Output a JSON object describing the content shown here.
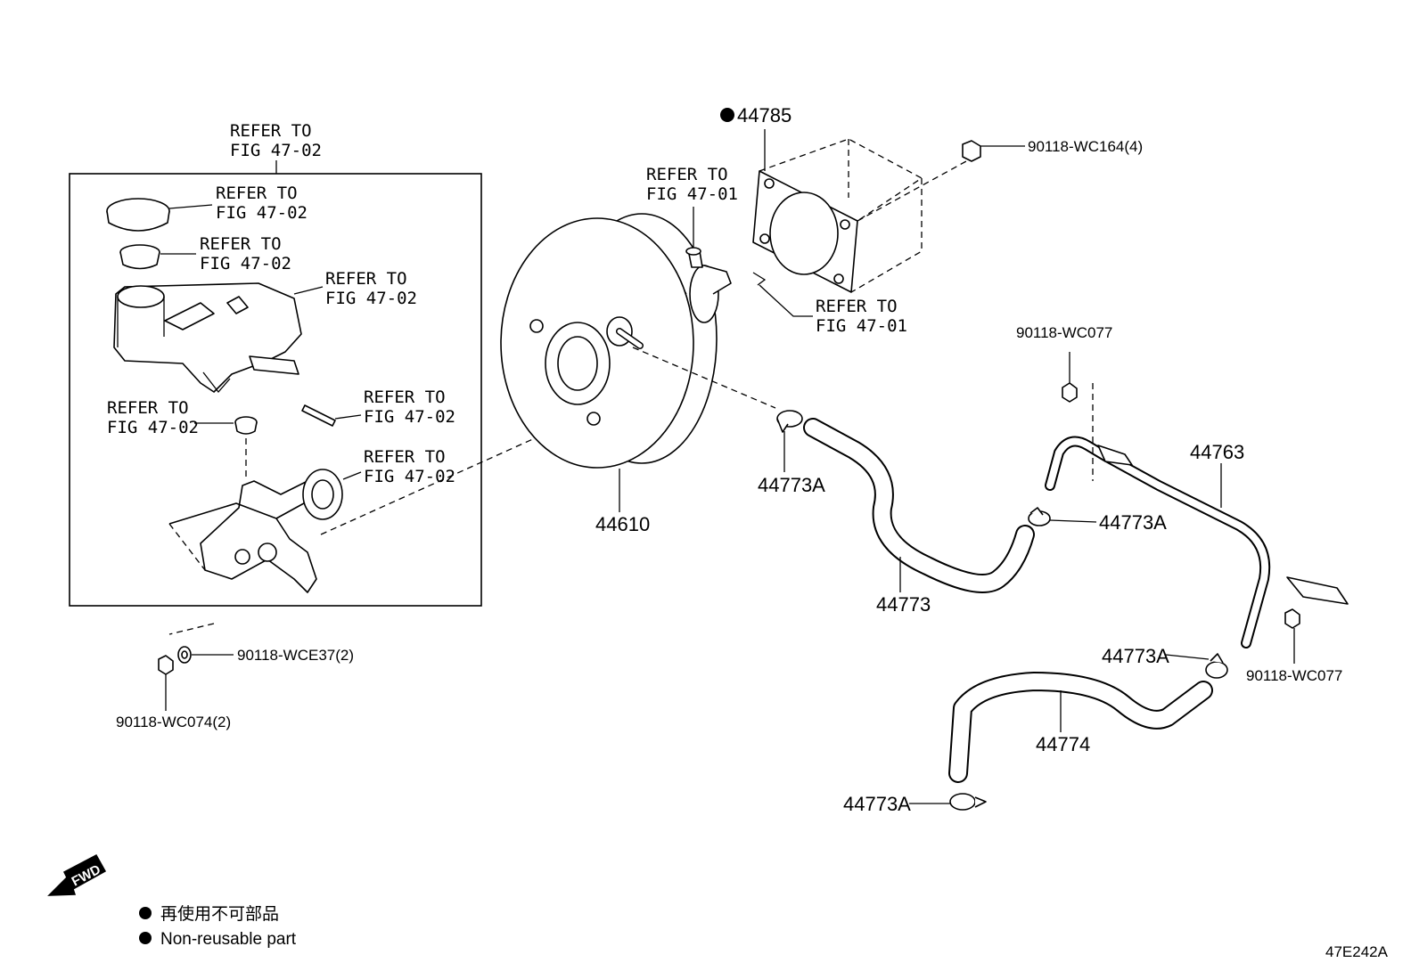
{
  "labels": {
    "refer_group_top": [
      "REFER TO",
      "FIG 47-02"
    ],
    "refer_cap": [
      "REFER TO",
      "FIG 47-02"
    ],
    "refer_strainer": [
      "REFER TO",
      "FIG 47-02"
    ],
    "refer_reservoir": [
      "REFER TO",
      "FIG 47-02"
    ],
    "refer_grommet": [
      "REFER TO",
      "FIG 47-02"
    ],
    "refer_pin": [
      "REFER TO",
      "FIG 47-02"
    ],
    "refer_master_cyl": [
      "REFER TO",
      "FIG 47-02"
    ],
    "refer_clevis_pin": [
      "REFER TO",
      "FIG 47-01"
    ],
    "refer_clip": [
      "REFER TO",
      "FIG 47-01"
    ]
  },
  "parts": {
    "gasket": "44785",
    "nut_booster": "90118-WC164(4)",
    "booster": "44610",
    "clamp_booster": "44773A",
    "hose_1": "44773",
    "clamp_mid": "44773A",
    "pipe": "44763",
    "nut_pipe_top": "90118-WC077",
    "nut_pipe_right": "90118-WC077",
    "clamp_lower_right": "44773A",
    "hose_2": "44774",
    "clamp_lower_left": "44773A",
    "washer_mc": "90118-WCE37(2)",
    "nut_mc": "90118-WC074(2)"
  },
  "legend": {
    "line_jp": "再使用不可部品",
    "line_en": "Non-reusable part"
  },
  "fwd_text": "FWD",
  "figure_code": "47E242A"
}
